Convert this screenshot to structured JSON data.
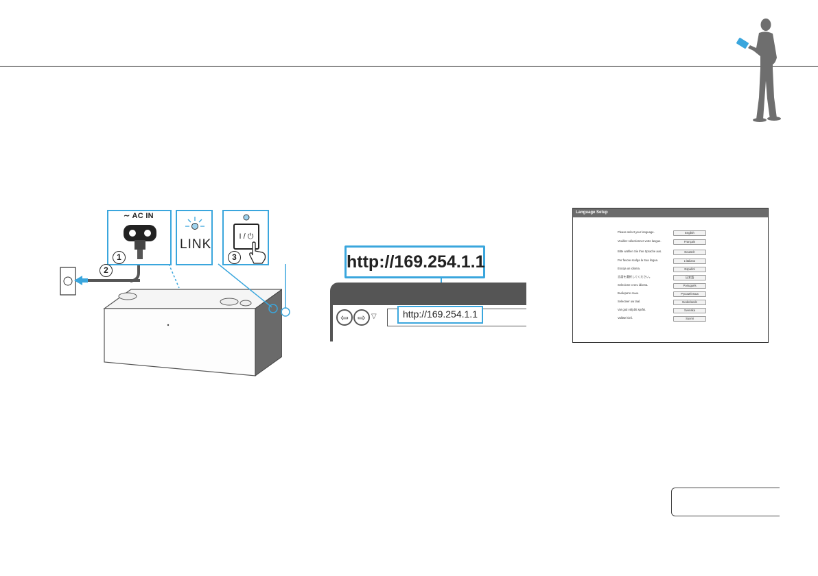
{
  "illustration_connect": {
    "step1_number": "1",
    "step2_number": "2",
    "step3_number": "3",
    "ac_in_label": "AC IN",
    "link_label": "LINK",
    "power_symbol": "I / ⏻"
  },
  "illustration_browser": {
    "url_callout": "http://169.254.1.1",
    "address_bar_url": "http://169.254.1.1"
  },
  "language_setup": {
    "title": "Language Setup",
    "rows": [
      {
        "prompt": "Please select your language.",
        "button": "English"
      },
      {
        "prompt": "Veuillez sélectionner votre langue.",
        "button": "Français"
      },
      {
        "prompt": "Bitte wählen Sie Ihre Sprache aus.",
        "button": "Deutsch"
      },
      {
        "prompt": "Per favore scelga la Sua lingua.",
        "button": "L'italiano"
      },
      {
        "prompt": "Escoja un idioma.",
        "button": "Español"
      },
      {
        "prompt": "言語を選択してください。",
        "button": "日本語"
      },
      {
        "prompt": "Selecione o seu idioma.",
        "button": "Português"
      },
      {
        "prompt": "Выберите язык.",
        "button": "Русский язык"
      },
      {
        "prompt": "Selecteer uw taal.",
        "button": "Nederlands"
      },
      {
        "prompt": "Var god välj ditt språk.",
        "button": "Svenska"
      },
      {
        "prompt": "Valitse kieli.",
        "button": "Suomi"
      }
    ]
  },
  "colors": {
    "accent": "#3aa6dd",
    "figure": "#6e6e6e",
    "chrome": "#555555"
  },
  "icons": [
    "person-with-tablet-icon",
    "power-plug-icon",
    "wall-outlet-icon",
    "speaker-icon",
    "hand-press-icon",
    "back-arrow-icon",
    "forward-arrow-icon",
    "dropdown-triangle-icon"
  ]
}
